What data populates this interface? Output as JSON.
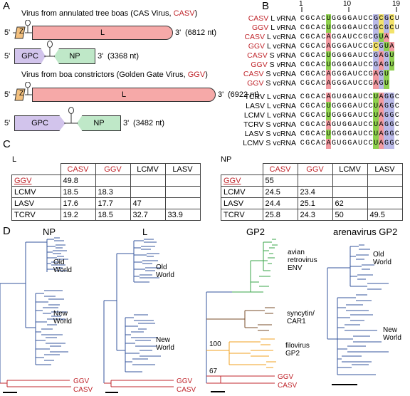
{
  "panels": {
    "A": "A",
    "B": "B",
    "C": "C",
    "D": "D"
  },
  "panelA": {
    "casv_title_prefix": "Virus from annulated tree boas (CAS Virus, ",
    "casv_title_red": "CASV",
    "casv_title_suffix": ")",
    "ggv_title_prefix": "Virus from boa constrictors  (Golden Gate Virus, ",
    "ggv_title_red": "GGV",
    "ggv_title_suffix": ")",
    "five_prime": "5'",
    "three_prime": "3'",
    "gene_z": "Z",
    "gene_l": "L",
    "gene_gpc": "GPC",
    "gene_np": "NP",
    "casv_l_len": "(6812 nt)",
    "casv_s_len": "(3368 nt)",
    "ggv_l_len": "(6922 nt)",
    "ggv_s_len": "(3482 nt)"
  },
  "panelB": {
    "pos_1": "1",
    "pos_10": "10",
    "pos_19": "19",
    "rows": [
      {
        "virus": "CASV",
        "red": true,
        "seg": " L vRNA",
        "seq": "CGCACUGGGGAUCCGCGCU"
      },
      {
        "virus": "GGV",
        "red": true,
        "seg": " L vRNA",
        "seq": "CGCACUGGGGAUCCGCGCU"
      },
      {
        "virus": "CASV",
        "red": true,
        "seg": " L vcRNA",
        "seq": "CGCACAGGAUCCGCGUA"
      },
      {
        "virus": "GGV",
        "red": true,
        "seg": " L vcRNA",
        "seq": "CGCACAGGGAUCCGCGUA"
      },
      {
        "virus": "CASV",
        "red": true,
        "seg": " S vRNA",
        "seq": "CGCACUGGGGAUCCGAGU"
      },
      {
        "virus": "GGV",
        "red": true,
        "seg": " S vRNA",
        "seq": "CGCACUGGGGAUCCGAGU"
      },
      {
        "virus": "CASV",
        "red": true,
        "seg": " S vcRNA",
        "seq": "CGCACAGGGAUCCGAGU"
      },
      {
        "virus": "GGV",
        "red": true,
        "seg": " S vcRNA",
        "seq": "CGCACAGGGAUCCGAGU"
      },
      {
        "virus": "TCRV",
        "red": false,
        "seg": " L vcRNA",
        "seq": "CGCACAGUGGAUCCUAGGC"
      },
      {
        "virus": "LASV",
        "red": false,
        "seg": " L vcRNA",
        "seq": "CGCACUGGGGAUCCUAGGC"
      },
      {
        "virus": "LCMV",
        "red": false,
        "seg": " L vcRNA",
        "seq": "CGCACUGGGGAUCCUAGGC"
      },
      {
        "virus": "TCRV",
        "red": false,
        "seg": " S vcRNA",
        "seq": "CGCACAGUGGAUCCUAGGC"
      },
      {
        "virus": "LASV",
        "red": false,
        "seg": " S vcRNA",
        "seq": "CGCACUGGGGAUCCUAGGC"
      },
      {
        "virus": "LCMV",
        "red": false,
        "seg": " S vcRNA",
        "seq": "CGCACAGUGGAUCCUAGGC"
      }
    ]
  },
  "panelC": {
    "L": {
      "title": "L",
      "cols": [
        "CASV",
        "GGV",
        "LCMV",
        "LASV"
      ],
      "rows": [
        {
          "name": "GGV",
          "cells": [
            "49.8",
            "",
            "",
            ""
          ]
        },
        {
          "name": "LCMV",
          "cells": [
            "18.5",
            "18.3",
            "",
            ""
          ]
        },
        {
          "name": "LASV",
          "cells": [
            "17.6",
            "17.7",
            "47",
            ""
          ]
        },
        {
          "name": "TCRV",
          "cells": [
            "19.2",
            "18.5",
            "32.7",
            "33.9"
          ]
        }
      ]
    },
    "NP": {
      "title": "NP",
      "cols": [
        "CASV",
        "GGV",
        "LCMV",
        "LASV"
      ],
      "rows": [
        {
          "name": "GGV",
          "cells": [
            "55",
            "",
            "",
            ""
          ]
        },
        {
          "name": "LCMV",
          "cells": [
            "24.5",
            "23.4",
            "",
            ""
          ]
        },
        {
          "name": "LASV",
          "cells": [
            "24.4",
            "25.1",
            "62",
            ""
          ]
        },
        {
          "name": "TCRV",
          "cells": [
            "25.8",
            "24.3",
            "50",
            "49.5"
          ]
        }
      ]
    }
  },
  "panelD": {
    "np_title": "NP",
    "l_title": "L",
    "gp2_title": "GP2",
    "arena_gp2_title": "arenavirus GP2",
    "old_world_1": "Old",
    "old_world_2": "World",
    "new_world_1": "New",
    "new_world_2": "World",
    "ggv": "GGV",
    "casv": "CASV",
    "avian_1": "avian",
    "avian_2": "retrovirus",
    "avian_3": "ENV",
    "syncytin_1": "syncytin/",
    "syncytin_2": "CAR1",
    "filo_1": "filovirus",
    "filo_2": "GP2",
    "bootstrap_100": "100",
    "bootstrap_67": "67",
    "colors": {
      "blue": "#34559c",
      "red": "#c0272d",
      "green": "#3aa64a",
      "brown": "#7a4e2a",
      "orange": "#f0a020"
    }
  }
}
